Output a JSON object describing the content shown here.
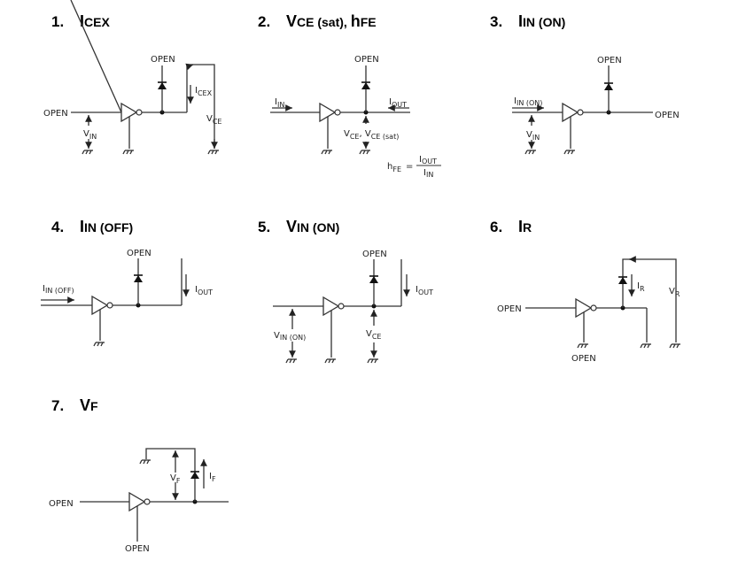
{
  "figure": {
    "circuits": [
      {
        "index": "1.",
        "title_main": "I",
        "title_sub": "CEX",
        "labels": {
          "input": "OPEN",
          "diode_top": "OPEN",
          "vin": "V",
          "vin_sub": "IN",
          "current": "I",
          "current_sub": "CEX",
          "voltage": "V",
          "voltage_sub": "CE"
        }
      },
      {
        "index": "2.",
        "title_main": "V",
        "title_sub": "CE (sat), ",
        "title_main2": "h",
        "title_sub2": "FE",
        "labels": {
          "diode_top": "OPEN",
          "iin": "I",
          "iin_sub": "IN",
          "iout": "I",
          "iout_sub": "OUT",
          "vce": "V",
          "vce_sub": "CE",
          "sep": ", ",
          "vce_sat": "V",
          "vce_sat_sub": "CE (sat)",
          "hfe": "h",
          "hfe_sub": "FE",
          "equals": "=",
          "num": "I",
          "num_sub": "OUT",
          "den": "I",
          "den_sub": "IN"
        }
      },
      {
        "index": "3.",
        "title_main": "I",
        "title_sub": "IN (ON)",
        "labels": {
          "diode_top": "OPEN",
          "iin": "I",
          "iin_sub": "IN (ON)",
          "vin": "V",
          "vin_sub": "IN",
          "output": "OPEN"
        }
      },
      {
        "index": "4.",
        "title_main": "I",
        "title_sub": "IN (OFF)",
        "labels": {
          "diode_top": "OPEN",
          "iin": "I",
          "iin_sub": "IN (OFF)",
          "iout": "I",
          "iout_sub": "OUT"
        }
      },
      {
        "index": "5.",
        "title_main": "V",
        "title_sub": "IN (ON)",
        "labels": {
          "diode_top": "OPEN",
          "iout": "I",
          "iout_sub": "OUT",
          "vin": "V",
          "vin_sub": "IN (ON)",
          "vce": "V",
          "vce_sub": "CE"
        }
      },
      {
        "index": "6.",
        "title_main": "I",
        "title_sub": "R",
        "labels": {
          "input": "OPEN",
          "gnd": "OPEN",
          "ir": "I",
          "ir_sub": "R",
          "vr": "V",
          "vr_sub": "R"
        }
      },
      {
        "index": "7.",
        "title_main": "V",
        "title_sub": "F",
        "labels": {
          "input": "OPEN",
          "gnd": "OPEN",
          "vf": "V",
          "vf_sub": "F",
          "if": "I",
          "if_sub": "F"
        }
      }
    ]
  }
}
